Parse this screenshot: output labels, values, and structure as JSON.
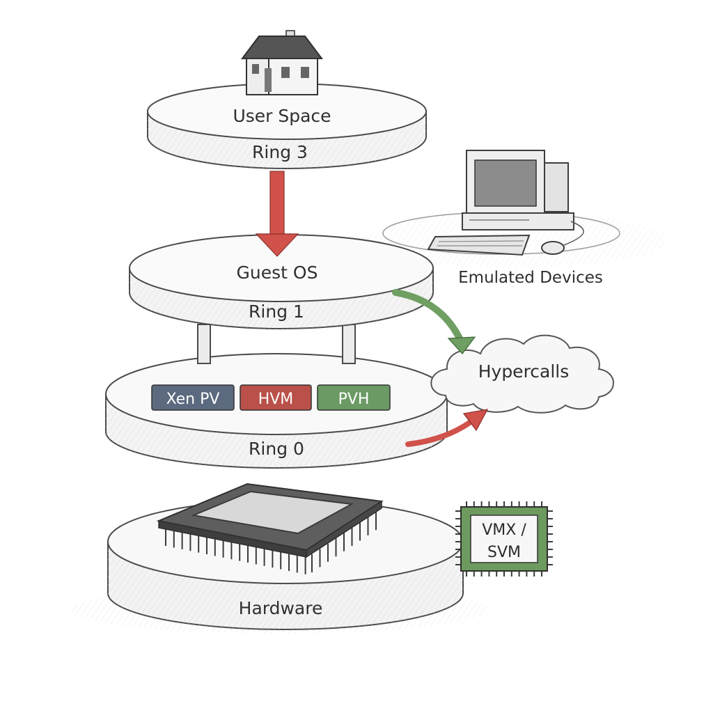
{
  "layers": {
    "user_space": {
      "name": "User Space",
      "ring": "Ring 3"
    },
    "guest_os": {
      "name": "Guest OS",
      "ring": "Ring 1"
    },
    "hypervisor": {
      "ring": "Ring 0"
    },
    "hardware": {
      "name": "Hardware"
    }
  },
  "modes": [
    {
      "label": "Xen PV",
      "color": "#5b6a7e"
    },
    {
      "label": "HVM",
      "color": "#b9504a"
    },
    {
      "label": "PVH",
      "color": "#6b9a64"
    }
  ],
  "side_items": {
    "emulated_devices": "Emulated Devices",
    "hypercalls": "Hypercalls",
    "chip_line1": "VMX /",
    "chip_line2": "SVM"
  },
  "colors": {
    "arrow_red": "#d0524a",
    "arrow_green": "#6f9f62",
    "chip_green": "#6d9a5f",
    "disc_fill": "#f6f6f6",
    "stroke": "#4a4a4a"
  },
  "icons": [
    "house-icon",
    "computer-icon",
    "cpu-chip-icon",
    "vmx-chip-icon",
    "cloud-icon"
  ]
}
